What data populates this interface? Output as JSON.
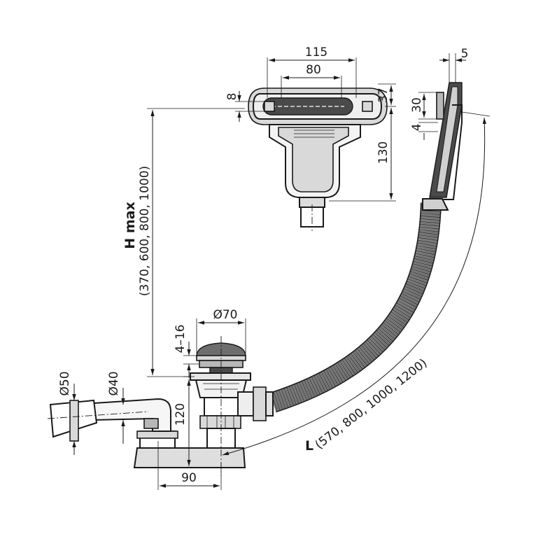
{
  "dimensions": {
    "overflow_width_outer": "115",
    "overflow_width_inner": "80",
    "overflow_height_small": "8",
    "overflow_height_37": "37",
    "overflow_height_130": "130",
    "overflow_plate_5": "5",
    "overflow_plate_30": "30",
    "overflow_plate_4": "4",
    "h_max_label": "H max",
    "h_max_values": "(370, 600, 800, 1000)",
    "plug_diameter": "Ø70",
    "plug_range": "4–16",
    "outlet_diameter_50": "Ø50",
    "outlet_diameter_40": "Ø40",
    "trap_height": "120",
    "trap_offset": "90",
    "l_label": "L",
    "l_values": "(570, 800, 1000, 1200)"
  }
}
